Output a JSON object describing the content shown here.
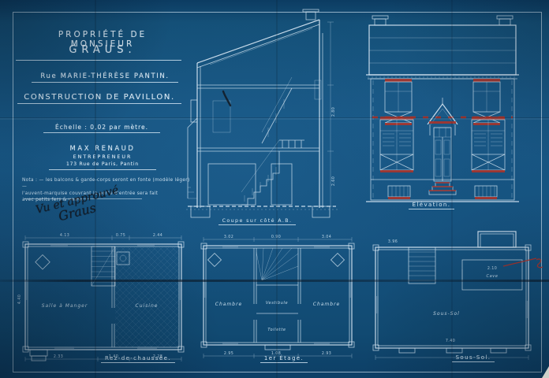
{
  "title_block": {
    "line1": "PROPRIÉTÉ DE MONSIEUR",
    "line2": "GRAUS.",
    "street": "Rue MARIE-THÉRÈSE PANTIN.",
    "project": "CONSTRUCTION DE PAVILLON.",
    "scale": "Échelle : 0,02 par mètre.",
    "contractor_name": "MAX RENAUD",
    "contractor_role": "ENTREPRENEUR",
    "contractor_address": "173 Rue de Paris, Pantin",
    "nota_line1": "Nota : — les balcons & garde-corps seront en fonte (modèle léger) —",
    "nota_line2": "l'auvent-marquise couvrant la porte d'entrée sera fait",
    "nota_line3": "avec petits fers & verre.",
    "signature_line1": "Vu et approuvé",
    "signature_line2": "Graus"
  },
  "section": {
    "caption": "Coupe sur côté A.B.",
    "dims": [
      "2.80",
      "2.60"
    ]
  },
  "elevation": {
    "caption": "Élévation."
  },
  "plans": [
    {
      "caption": "Rez-de-chaussée.",
      "rooms": [
        "Salle à Manger",
        "Cuisine"
      ],
      "dims_top": [
        "4.13",
        "0.75",
        "2.44"
      ],
      "dims_bottom": [
        "2.33",
        "1.40",
        "2.28"
      ],
      "dim_side": "4.40"
    },
    {
      "caption": "1er Étage.",
      "rooms": [
        "Chambre",
        "Vestibule",
        "Toilette",
        "Chambre"
      ],
      "dims_top": [
        "3.02",
        "0.90",
        "3.04"
      ],
      "dims_bottom": [
        "2.95",
        "1.08",
        "2.93"
      ]
    },
    {
      "caption": "Sous-Sol.",
      "rooms": [
        "Sous-Sol",
        "Cave"
      ],
      "dims": [
        "3.96",
        "2.10",
        "7.40"
      ]
    }
  ],
  "colors": {
    "paper_blue": "#165380",
    "line_white": "#d9e9f4",
    "accent_red": "#b23226",
    "ink_dark": "#131d28"
  }
}
